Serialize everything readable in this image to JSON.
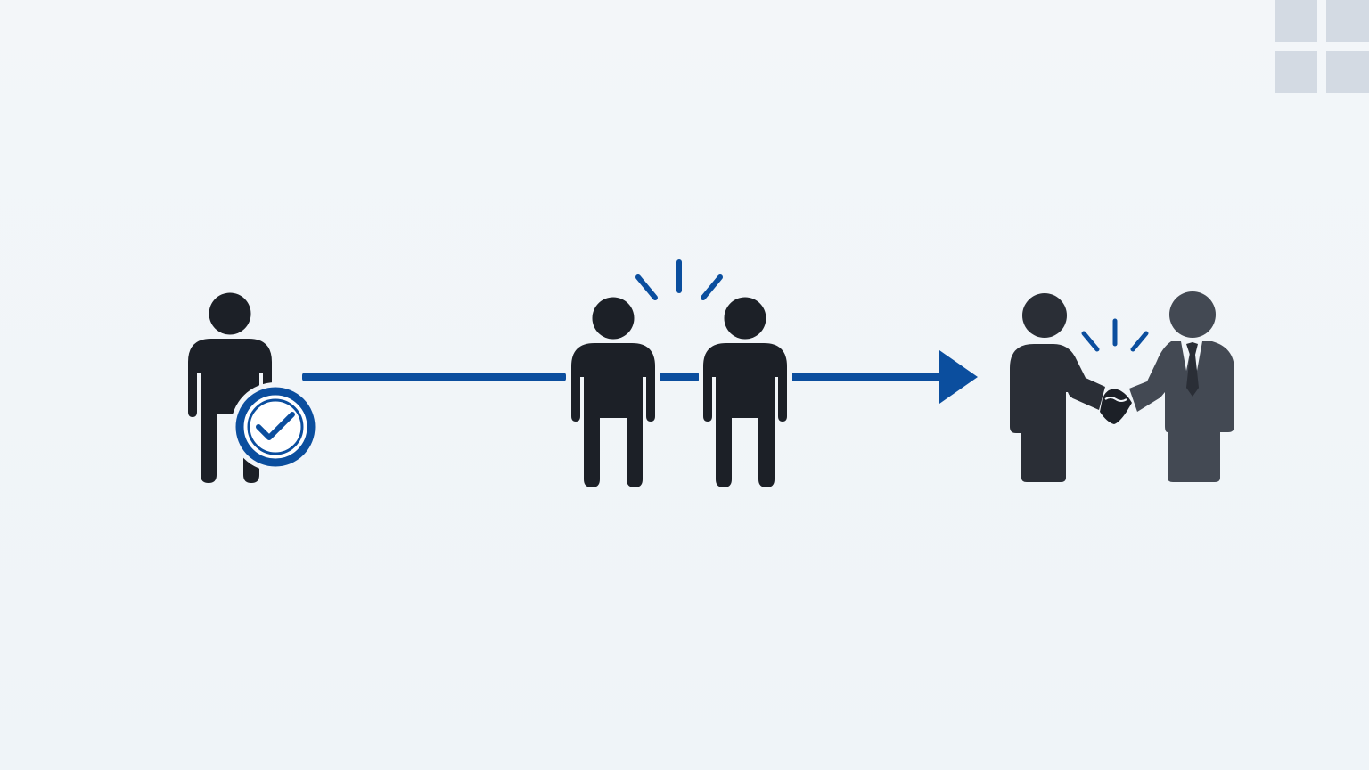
{
  "diagram": {
    "stages": [
      {
        "id": "individual-verified",
        "people": 1,
        "badge": "check-circle-icon"
      },
      {
        "id": "two-people-talking",
        "people": 2,
        "accent": "emphasis-rays-icon"
      },
      {
        "id": "business-handshake",
        "people": 2,
        "accent": "handshake-icon"
      }
    ],
    "connectors": [
      "connector-line",
      "connector-line",
      "arrow"
    ]
  },
  "colors": {
    "background": "#f1f5f9",
    "figure_dark": "#1c2027",
    "figure_mid": "#2a2e36",
    "figure_gray": "#434953",
    "accent_blue": "#0b4e9e",
    "tile": "#d3dae3"
  }
}
